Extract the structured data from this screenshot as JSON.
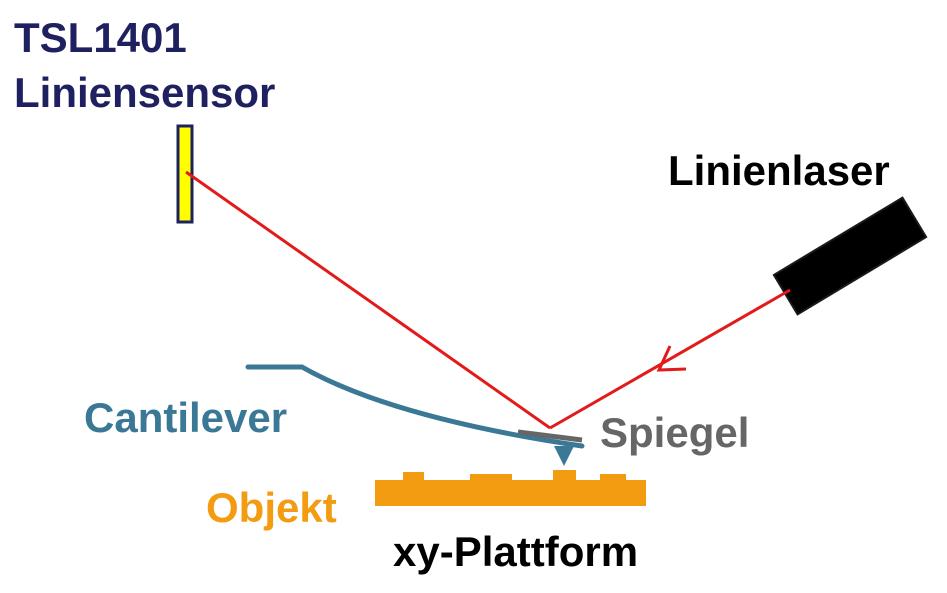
{
  "labels": {
    "sensor_line1": "TSL1401",
    "sensor_line2": "Liniensensor",
    "laser": "Linienlaser",
    "cantilever": "Cantilever",
    "mirror": "Spiegel",
    "object": "Objekt",
    "platform": "xy-Plattform"
  },
  "colors": {
    "sensor_text": "#1e2060",
    "laser_text": "#000000",
    "cantilever": "#3a7896",
    "mirror": "#666666",
    "object": "#f39c12",
    "platform_text": "#000000",
    "beam": "#e31a1a",
    "sensor_fill": "#ffff00",
    "sensor_stroke": "#1e2060",
    "laser_body": "#000000"
  }
}
